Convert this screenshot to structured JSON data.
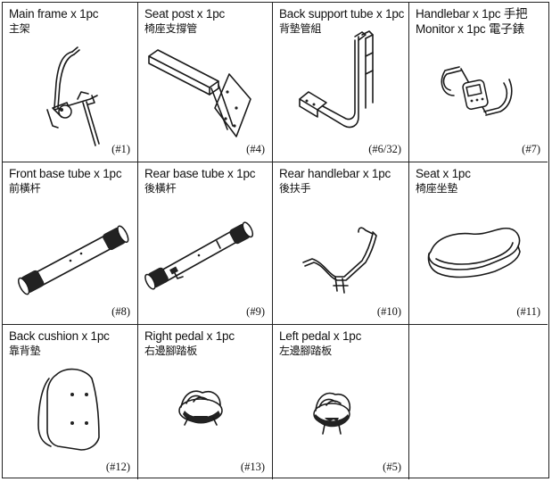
{
  "parts": [
    {
      "name": "Main frame x 1pc",
      "name_cn": "主架",
      "code": "(#1)",
      "icon": "main-frame"
    },
    {
      "name": "Seat post x 1pc",
      "name_cn": "椅座支撐管",
      "code": "(#4)",
      "icon": "seat-post"
    },
    {
      "name": "Back support tube x 1pc",
      "name_cn": "背墊管組",
      "code": "(#6/32)",
      "icon": "back-support-tube"
    },
    {
      "name": "Handlebar x 1pc 手把",
      "name_cn": "Monitor x 1pc  電子錶",
      "code": "(#7)",
      "icon": "handlebar-monitor"
    },
    {
      "name": "Front base tube x 1pc",
      "name_cn": "前橫杆",
      "code": "(#8)",
      "icon": "front-base-tube"
    },
    {
      "name": "Rear base tube x 1pc",
      "name_cn": "後橫杆",
      "code": "(#9)",
      "icon": "rear-base-tube"
    },
    {
      "name": "Rear handlebar x 1pc",
      "name_cn": "後扶手",
      "code": "(#10)",
      "icon": "rear-handlebar"
    },
    {
      "name": "Seat x 1pc",
      "name_cn": "椅座坐墊",
      "code": "(#11)",
      "icon": "seat"
    },
    {
      "name": "Back cushion x 1pc",
      "name_cn": "靠背墊",
      "code": "(#12)",
      "icon": "back-cushion"
    },
    {
      "name": "Right pedal x 1pc",
      "name_cn": "右邊腳踏板",
      "code": "(#13)",
      "icon": "right-pedal"
    },
    {
      "name": "Left pedal x 1pc",
      "name_cn": "左邊腳踏板",
      "code": "(#5)",
      "icon": "left-pedal"
    }
  ]
}
